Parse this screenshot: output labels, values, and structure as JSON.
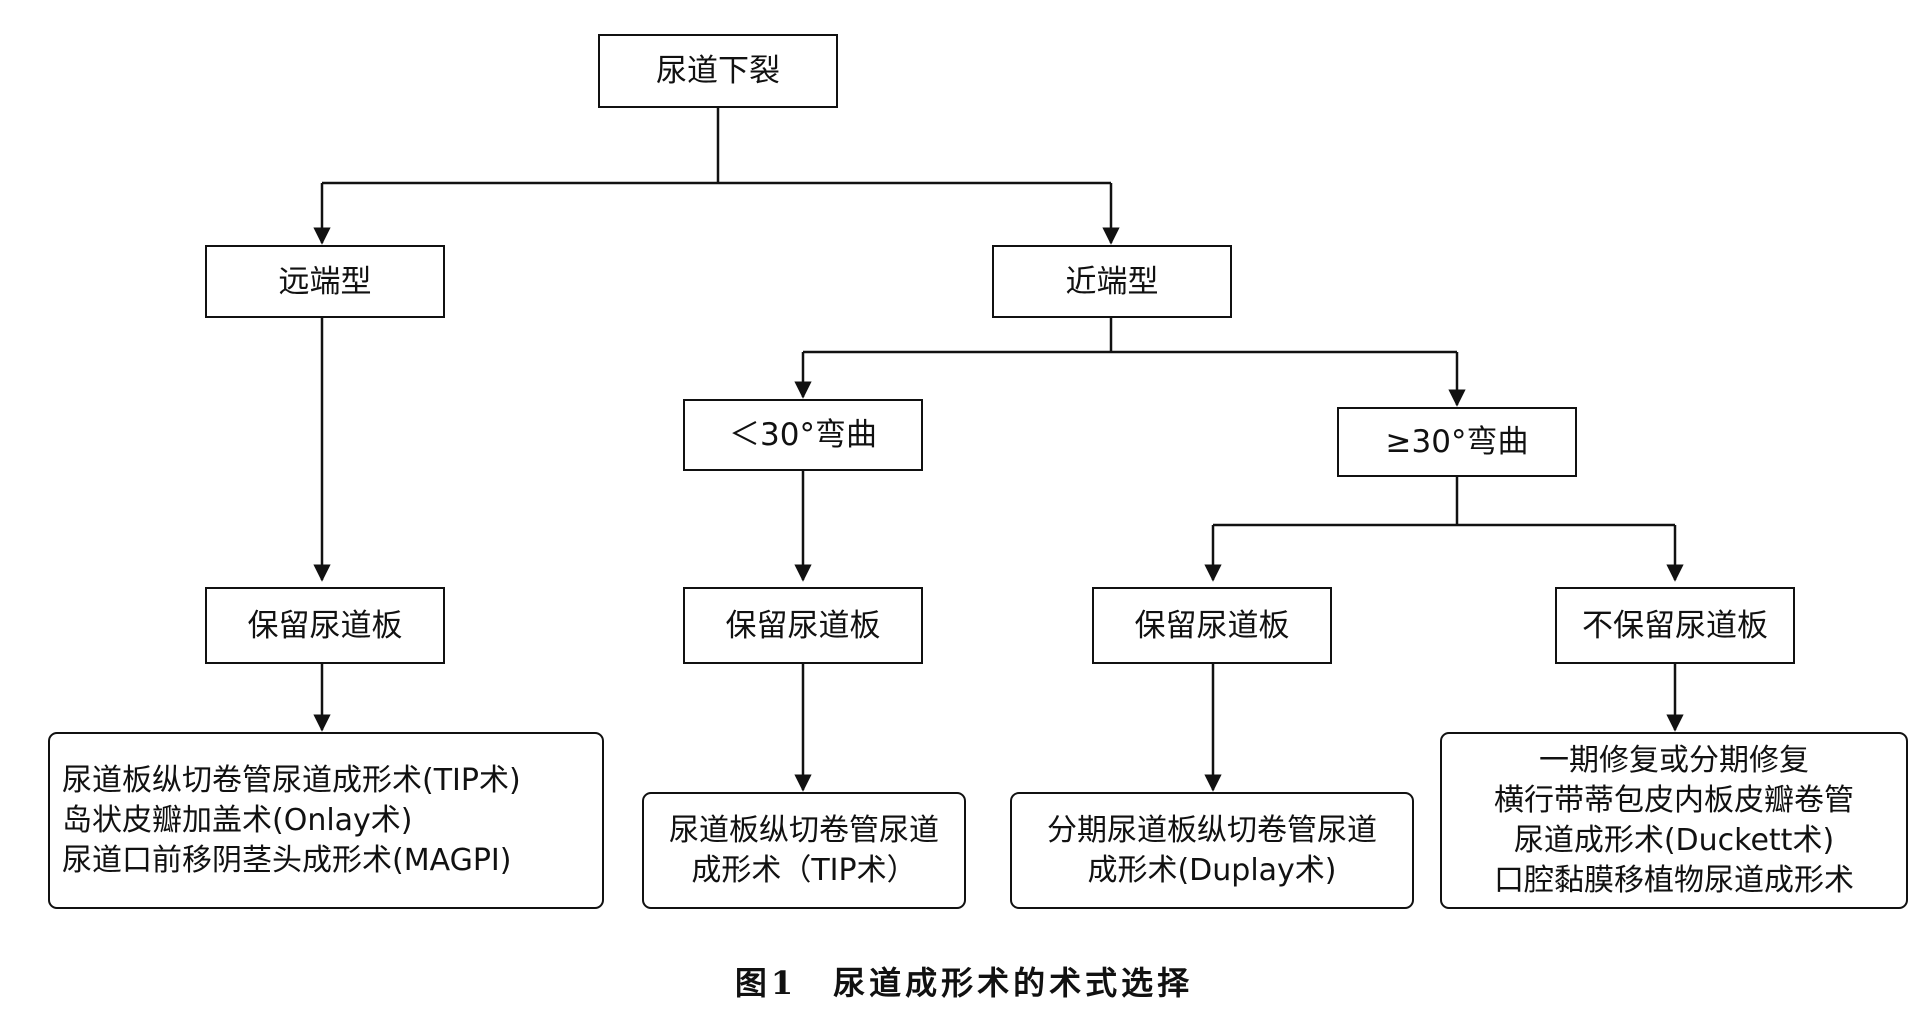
{
  "root": {
    "label": "尿道下裂"
  },
  "distal": {
    "label": "远端型",
    "preserve": {
      "label": "保留尿道板"
    },
    "procedures": [
      "尿道板纵切卷管尿道成形术(TIP术)",
      "岛状皮瓣加盖术(Onlay术)",
      "尿道口前移阴茎头成形术(MAGPI)"
    ]
  },
  "proximal": {
    "label": "近端型",
    "lt30": {
      "label": "＜30°弯曲",
      "preserve": {
        "label": "保留尿道板"
      },
      "procedures": [
        "尿道板纵切卷管尿道",
        "成形术（TIP术）"
      ]
    },
    "ge30": {
      "label": "≥30°弯曲",
      "preserve": {
        "label": "保留尿道板",
        "procedures": [
          "分期尿道板纵切卷管尿道",
          "成形术(Duplay术)"
        ]
      },
      "not_preserve": {
        "label": "不保留尿道板",
        "procedures": [
          "一期修复或分期修复",
          "横行带蒂包皮内板皮瓣卷管",
          "尿道成形术(Duckett术)",
          "口腔黏膜移植物尿道成形术"
        ]
      }
    }
  },
  "caption": "图1　尿道成形术的术式选择"
}
